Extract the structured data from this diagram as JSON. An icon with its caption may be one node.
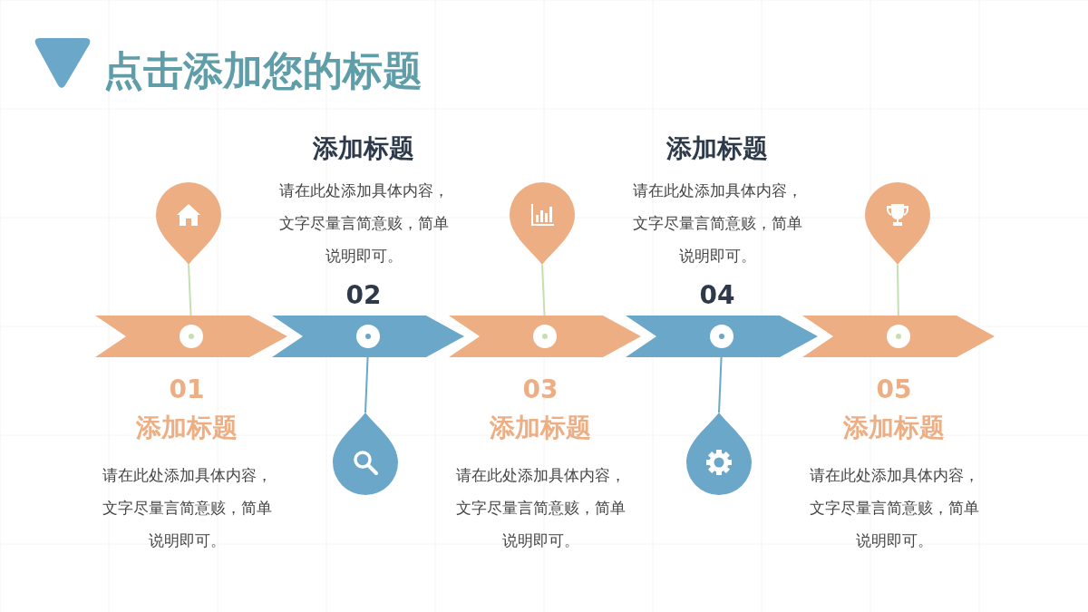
{
  "diagram": {
    "title": "点击添加您的标题",
    "nodes": [
      {
        "text": [],
        "shape": "bar",
        "beside": [
          "01",
          "添加标题",
          "请在此处添加具体内容，文字尽量言简意赅，简单说明即可。"
        ]
      },
      {
        "text": [],
        "shape": "bar",
        "beside": [
          "添加标题",
          "请在此处添加具体内容，文字尽量言简意赅，简单说明即可。",
          "02"
        ]
      },
      {
        "text": [],
        "shape": "bar",
        "beside": [
          "03",
          "添加标题",
          "请在此处添加具体内容，文字尽量言简意赅，简单说明即可。"
        ]
      },
      {
        "text": [],
        "shape": "bar",
        "beside": [
          "添加标题",
          "请在此处添加具体内容，文字尽量言简意赅，简单说明即可。",
          "04"
        ]
      },
      {
        "text": [],
        "shape": "bar",
        "beside": [
          "05",
          "添加标题",
          "请在此处添加具体内容，文字尽量言简意赅，简单说明即可。"
        ]
      },
      {
        "text": [],
        "shape": "pin"
      },
      {
        "text": [],
        "shape": "pin"
      },
      {
        "text": [],
        "shape": "pin"
      },
      {
        "text": [],
        "shape": "pin"
      },
      {
        "text": [],
        "shape": "pin"
      }
    ],
    "edges": [
      {
        "from": 5,
        "to": 0,
        "arrow": "none"
      },
      {
        "from": 6,
        "to": 1,
        "arrow": "none",
        "color": "#6aa7c9"
      },
      {
        "from": 7,
        "to": 2,
        "arrow": "none"
      },
      {
        "from": 8,
        "to": 3,
        "arrow": "none",
        "color": "#6aa7c9"
      },
      {
        "from": 9,
        "to": 4,
        "arrow": "none"
      }
    ]
  }
}
